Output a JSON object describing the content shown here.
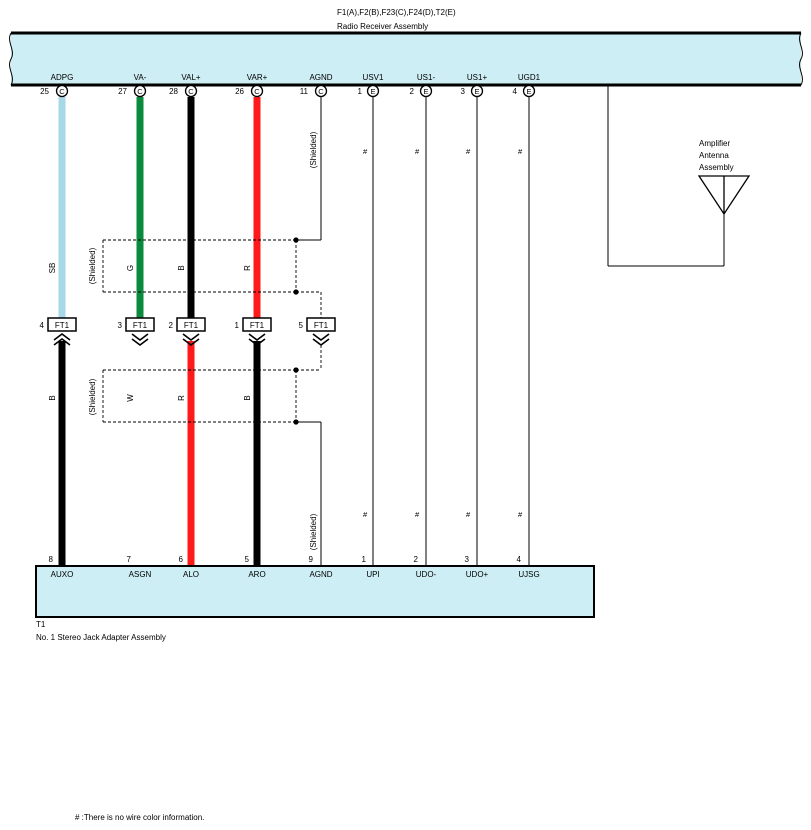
{
  "header": {
    "connectors": "F1(A),F2(B),F23(C),F24(D),T2(E)",
    "title": "Radio Receiver Assembly"
  },
  "receiver_pins": [
    {
      "name": "ADPG",
      "num": "25",
      "letter": "C"
    },
    {
      "name": "VA-",
      "num": "27",
      "letter": "C"
    },
    {
      "name": "VAL+",
      "num": "28",
      "letter": "C"
    },
    {
      "name": "VAR+",
      "num": "26",
      "letter": "C"
    },
    {
      "name": "AGND",
      "num": "11",
      "letter": "C"
    },
    {
      "name": "USV1",
      "num": "1",
      "letter": "E"
    },
    {
      "name": "US1-",
      "num": "2",
      "letter": "E"
    },
    {
      "name": "US1+",
      "num": "3",
      "letter": "E"
    },
    {
      "name": "UGD1",
      "num": "4",
      "letter": "E"
    }
  ],
  "upper_wire_colors": [
    "SB",
    "G",
    "B",
    "R"
  ],
  "lower_wire_colors": [
    "B",
    "W",
    "R",
    "B"
  ],
  "shielded_label": "(Shielded)",
  "no_color_mark": "#",
  "ft_connectors": [
    {
      "num": "4",
      "label": "FT1"
    },
    {
      "num": "3",
      "label": "FT1"
    },
    {
      "num": "2",
      "label": "FT1"
    },
    {
      "num": "1",
      "label": "FT1"
    },
    {
      "num": "5",
      "label": "FT1"
    }
  ],
  "antenna": {
    "line1": "Amplifier",
    "line2": "Antenna",
    "line3": "Assembly"
  },
  "jack_pins": [
    {
      "num": "8",
      "name": "AUXO"
    },
    {
      "num": "7",
      "name": "ASGN"
    },
    {
      "num": "6",
      "name": "ALO"
    },
    {
      "num": "5",
      "name": "ARO"
    },
    {
      "num": "9",
      "name": "AGND"
    },
    {
      "num": "1",
      "name": "UPI"
    },
    {
      "num": "2",
      "name": "UDO-"
    },
    {
      "num": "3",
      "name": "UDO+"
    },
    {
      "num": "4",
      "name": "UJSG"
    }
  ],
  "jack": {
    "code": "T1",
    "title": "No. 1 Stereo Jack Adapter Assembly"
  },
  "footnote": "# :There is no wire color information.",
  "colors": {
    "box_fill": "#cdeef4",
    "sky_blue": "#a6d8e8",
    "green": "#0a8a3c",
    "red": "#ff1a1a",
    "black": "#000000"
  }
}
